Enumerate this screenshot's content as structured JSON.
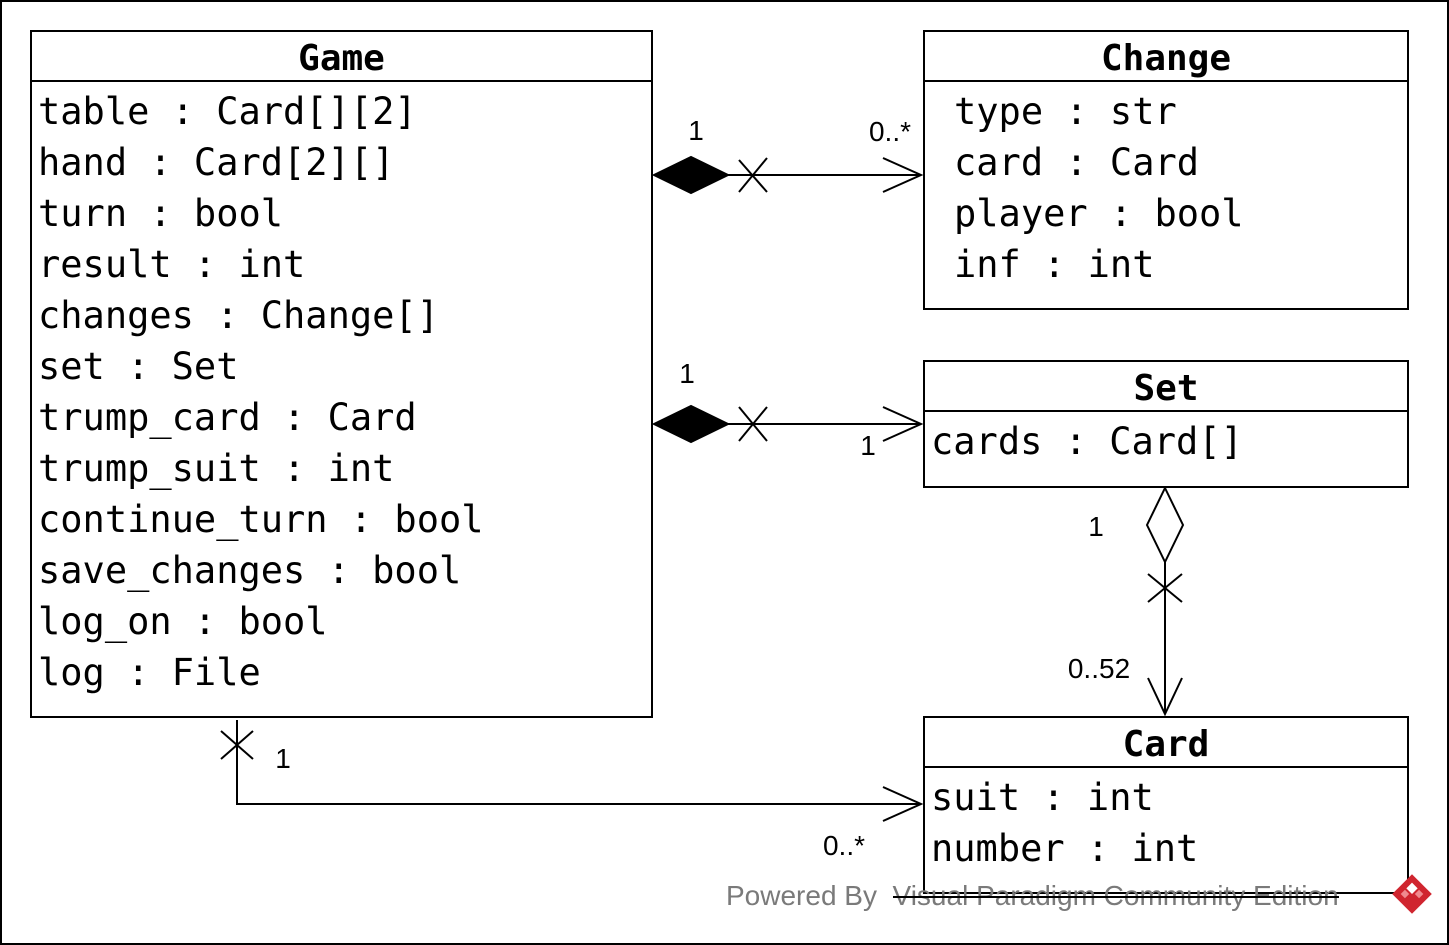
{
  "classes": {
    "game": {
      "name": "Game",
      "attributes": [
        "table : Card[][2]",
        "hand : Card[2][]",
        "turn : bool",
        "result : int",
        "changes : Change[]",
        "set : Set",
        "trump_card : Card",
        "trump_suit : int",
        "continue_turn : bool",
        "save_changes : bool",
        "log_on : bool",
        "log : File"
      ]
    },
    "change": {
      "name": "Change",
      "attributes": [
        "type : str",
        "card : Card",
        "player : bool",
        "inf : int"
      ]
    },
    "set": {
      "name": "Set",
      "attributes": [
        "cards : Card[]"
      ]
    },
    "card": {
      "name": "Card",
      "attributes": [
        "suit : int",
        "number : int"
      ]
    }
  },
  "associations": {
    "game_change": {
      "source_multiplicity": "1",
      "target_multiplicity": "0..*",
      "kind": "composition"
    },
    "game_set": {
      "source_multiplicity": "1",
      "target_multiplicity": "1",
      "kind": "composition"
    },
    "set_card": {
      "source_multiplicity": "1",
      "target_multiplicity": "0..52",
      "kind": "aggregation"
    },
    "game_card": {
      "source_multiplicity": "1",
      "target_multiplicity": "0..*",
      "kind": "association"
    }
  },
  "watermark": {
    "prefix": "Powered By",
    "product": "Visual Paradigm Community Edition",
    "logo_icon": "visual-paradigm-logo-icon",
    "logo_color": "#d0252f"
  }
}
